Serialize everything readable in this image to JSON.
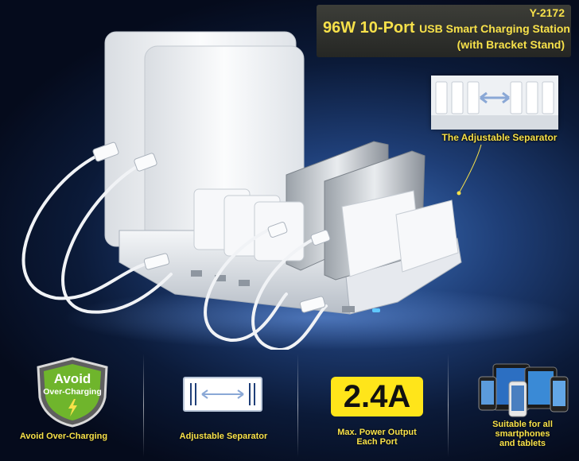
{
  "header": {
    "model": "Y-2172",
    "title_main": "96W 10-Port",
    "title_rest": "USB Smart Charging Station",
    "subtitle": "(with Bracket Stand)"
  },
  "inset": {
    "caption": "The Adjustable Separator"
  },
  "features": {
    "avoid": {
      "badge_line1": "Avoid",
      "badge_line2": "Over-Charging",
      "label": "Avoid Over-Charging"
    },
    "separator": {
      "label": "Adjustable Separator"
    },
    "power": {
      "value": "2.4A",
      "label_line1": "Max. Power Output",
      "label_line2": "Each Port"
    },
    "devices": {
      "label_line1": "Suitable for all",
      "label_line2": "smartphones",
      "label_line3": "and tablets"
    }
  },
  "colors": {
    "accent": "#f7e14a",
    "badge_green": "#6fb52c",
    "power_box": "#ffe51a"
  }
}
